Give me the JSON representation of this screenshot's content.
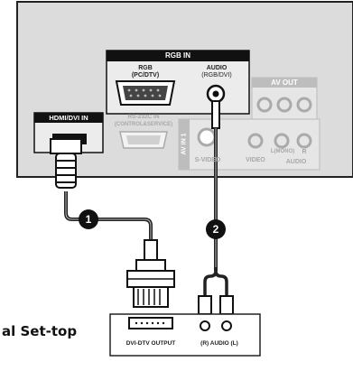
{
  "tv_panel": {
    "rgb_in": {
      "header": "RGB IN",
      "rgb_label_line1": "RGB",
      "rgb_label_line2": "(PC/DTV)",
      "audio_label_line1": "AUDIO",
      "audio_label_line2": "(RGB/DVI)"
    },
    "av_out": {
      "header": "AV OUT"
    },
    "hdmi_dvi_in": {
      "header": "HDMI/DVI IN"
    },
    "rs232c": {
      "label_line1": "RS-232C IN",
      "label_line2": "(CONTROL&SERVICE)"
    },
    "av_in_1": {
      "label": "AV IN 1",
      "svideo": "S-VIDEO",
      "video": "VIDEO",
      "l_mono": "L(MONO)",
      "r": "R",
      "audio": "AUDIO"
    }
  },
  "steps": [
    {
      "number": "1"
    },
    {
      "number": "2"
    }
  ],
  "set_top_box": {
    "partial_title": "al Set-top",
    "dvi_output_label": "DVI-DTV OUTPUT",
    "audio_output_label": "(R) AUDIO (L)"
  },
  "colors": {
    "panel_bg": "#dcdcdc",
    "header_black": "#111111",
    "av_out_header": "#bdbdbd",
    "cable": "#222222"
  }
}
